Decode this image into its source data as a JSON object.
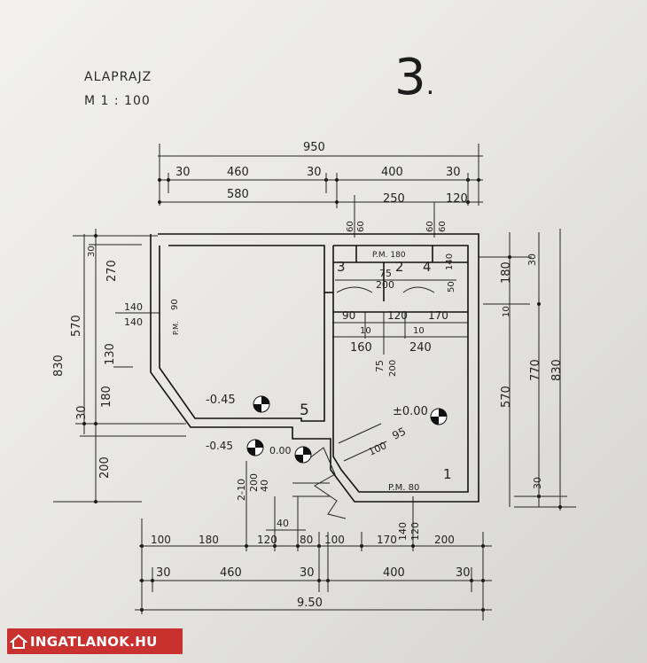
{
  "header": {
    "title": "ALAPRAJZ",
    "scale": "M 1 : 100",
    "page_number": "3",
    "page_dot": "."
  },
  "brand": {
    "logo_text": "INGATLANOK.HU",
    "logo_color": "#c9312f"
  },
  "dimensions": {
    "top_total": "950",
    "top_30a": "30",
    "top_460": "460",
    "top_30b": "30",
    "top_400": "400",
    "top_30c": "30",
    "top_580": "580",
    "top_250": "250",
    "top_120": "120",
    "top_60a": "60",
    "top_60b": "60",
    "top_60c": "60",
    "top_60d": "60",
    "left_830": "830",
    "left_570": "570",
    "left_270": "270",
    "left_30a": "30",
    "left_130": "130",
    "left_180": "180",
    "left_30b": "30",
    "left_200": "200",
    "left_140a": "140",
    "left_140b": "140",
    "left_90": "90",
    "right_830": "830",
    "right_770": "770",
    "right_570": "570",
    "right_180": "180",
    "right_30a": "30",
    "right_10": "10",
    "right_30b": "30",
    "mid_75a": "75",
    "mid_200": "200",
    "mid_140": "140",
    "mid_50": "50",
    "mid_90": "90",
    "mid_120": "120",
    "mid_170": "170",
    "mid_10a": "10",
    "mid_10b": "10",
    "mid_160": "160",
    "mid_240": "240",
    "mid_75b": "75",
    "mid_200b": "200",
    "mid_95": "95",
    "mid_100": "100",
    "low_210": "2-10",
    "low_200": "200",
    "low_40": "40",
    "low_40b": "40",
    "bot_100": "100",
    "bot_180": "180",
    "bot_120": "120",
    "bot_80": "80",
    "bot_100b": "100",
    "bot_170": "170",
    "bot_140": "140",
    "bot_120b": "120",
    "bot_200": "200",
    "bot_30a": "30",
    "bot_460": "460",
    "bot_30b": "30",
    "bot_400": "400",
    "bot_30c": "30",
    "bot_total": "9.50"
  },
  "rooms": {
    "r1": "1",
    "r2": "2",
    "r3": "3",
    "r4": "4",
    "r5": "5",
    "pm180": "P.M. 180",
    "pm80": "P.M. 80",
    "pm_side": "P.M."
  },
  "levels": {
    "lv_main": "±0.00",
    "lv_m045a": "-0.45",
    "lv_m045b": "-0.45",
    "lv_000": "0.00"
  }
}
